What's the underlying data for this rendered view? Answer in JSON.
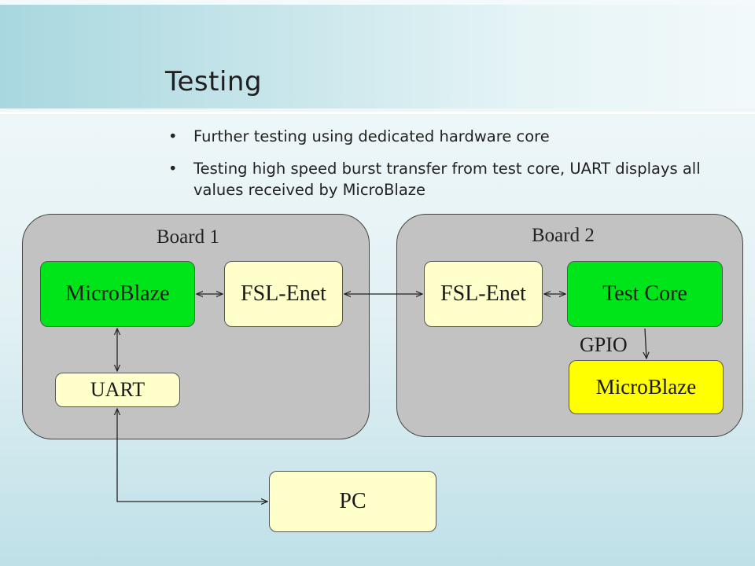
{
  "slide": {
    "title": "Testing",
    "bullets": [
      "Further testing using dedicated hardware core",
      "Testing high speed burst transfer from test core, UART displays all values received by MicroBlaze"
    ]
  },
  "diagram": {
    "board1": {
      "label": "Board 1",
      "blocks": {
        "microblaze": "MicroBlaze",
        "fsl_enet": "FSL-Enet",
        "uart": "UART"
      }
    },
    "board2": {
      "label": "Board 2",
      "blocks": {
        "fsl_enet": "FSL-Enet",
        "test_core": "Test Core",
        "microblaze": "MicroBlaze"
      },
      "gpio_label": "GPIO"
    },
    "pc": "PC"
  },
  "colors": {
    "processor_green": "#00e51a",
    "interface_cream": "#ffffcc",
    "microblaze_yellow": "#ffff00",
    "board_gray": "#c2c2c2"
  }
}
